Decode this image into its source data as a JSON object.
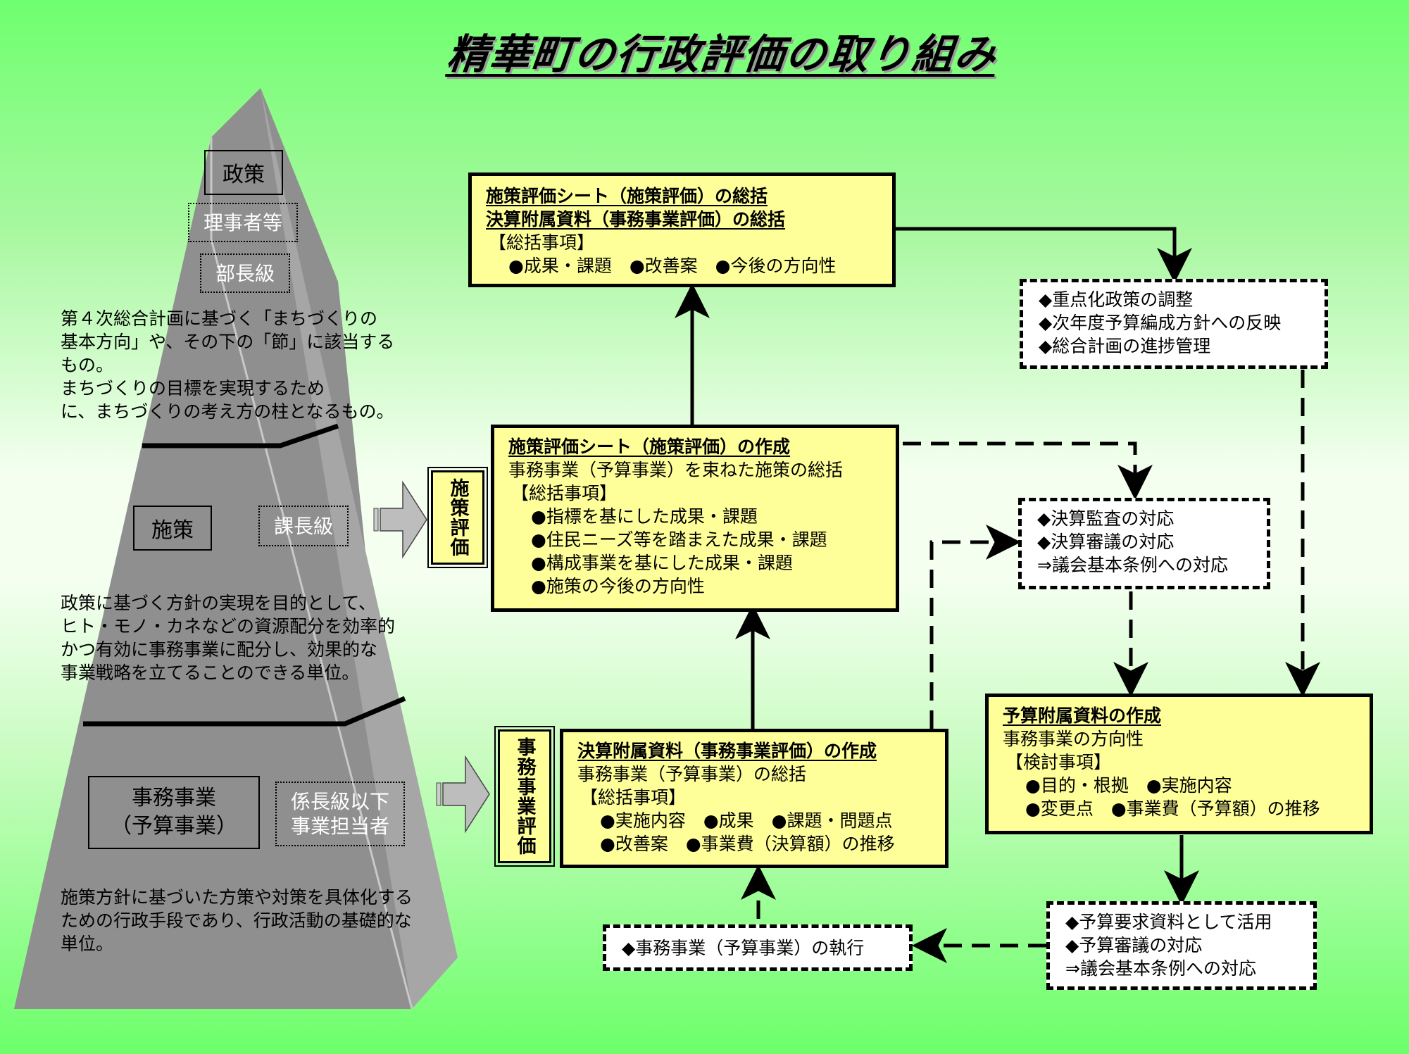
{
  "title": "精華町の行政評価の取り組み",
  "colors": {
    "background_green": "#6fff6f",
    "background_light": "#f4fff0",
    "pyramid_front": "#8f8f8f",
    "pyramid_side": "#a6a6a6",
    "box_fill": "#ffff99",
    "line": "#000000"
  },
  "pyramid": {
    "levels": [
      {
        "name": "政策",
        "roles": [
          "理事者等",
          "部長級"
        ],
        "description": [
          "第４次総合計画に基づく「まちづくりの",
          "基本方向」や、その下の「節」に該当する",
          "もの。",
          "まちづくりの目標を実現するため",
          "に、まちづくりの考え方の柱となるもの。"
        ]
      },
      {
        "name": "施策",
        "roles": [
          "課長級"
        ],
        "description": [
          "政策に基づく方針の実現を目的として、",
          "ヒト・モノ・カネなどの資源配分を効率的",
          "かつ有効に事務事業に配分し、効果的な",
          "事業戦略を立てることのできる単位。"
        ]
      },
      {
        "name_lines": [
          "事務事業",
          "（予算事業）"
        ],
        "roles_lines": [
          "係長級以下",
          "事業担当者"
        ],
        "description": [
          "施策方針に基づいた方策や対策を具体化する",
          "ための行政手段であり、行政活動の基礎的な",
          "単位。"
        ]
      }
    ]
  },
  "eval_labels": {
    "policy": "施策評価",
    "project": "事務事業評価"
  },
  "boxes": {
    "summary": {
      "heading": [
        "施策評価シート（施策評価）の総括",
        "決算附属資料（事務事業評価）の総括"
      ],
      "section": "【総括事項】",
      "bullets": [
        "●成果・課題　●改善案　●今後の方向性"
      ]
    },
    "policy_sheet": {
      "heading": "施策評価シート（施策評価）の作成",
      "subtitle": "事務事業（予算事業）を束ねた施策の総括",
      "section": "【総括事項】",
      "bullets": [
        "●指標を基にした成果・課題",
        "●住民ニーズ等を踏まえた成果・課題",
        "●構成事業を基にした成果・課題",
        "●施策の今後の方向性"
      ]
    },
    "settlement": {
      "heading": "決算附属資料（事務事業評価）の作成",
      "subtitle": "事務事業（予算事業）の総括",
      "section": "【総括事項】",
      "bullets": [
        "●実施内容　●成果　●課題・問題点",
        "●改善案　●事業費（決算額）の推移"
      ]
    },
    "budget": {
      "heading": "予算附属資料の作成",
      "subtitle": "事務事業の方向性",
      "section": "【検討事項】",
      "bullets": [
        "●目的・根拠　●実施内容",
        "●変更点　●事業費（予算額）の推移"
      ]
    },
    "priority": {
      "lines": [
        "◆重点化政策の調整",
        "◆次年度予算編成方針への反映",
        "◆総合計画の進捗管理"
      ]
    },
    "audit": {
      "lines": [
        "◆決算監査の対応",
        "◆決算審議の対応",
        "⇒議会基本条例への対応"
      ]
    },
    "request": {
      "lines": [
        "◆予算要求資料として活用",
        "◆予算審議の対応",
        "⇒議会基本条例への対応"
      ]
    },
    "execution": {
      "lines": [
        "◆事務事業（予算事業）の執行"
      ]
    }
  }
}
